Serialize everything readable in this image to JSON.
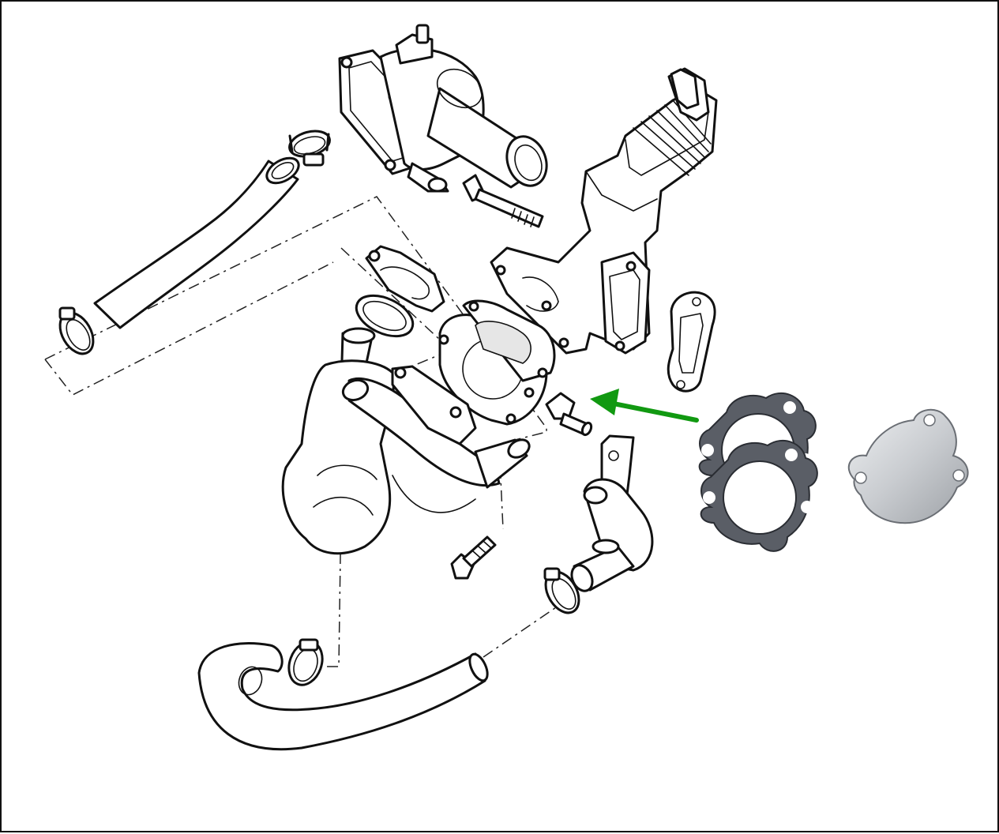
{
  "diagram": {
    "arrow_color": "#119911",
    "gasket_color": "#5a5e66",
    "plate_color": "#c9ccd0",
    "parts": [
      {
        "name": "thermostat-housing"
      },
      {
        "name": "egr-valve"
      },
      {
        "name": "upper-radiator-hose"
      },
      {
        "name": "lower-coolant-hose"
      },
      {
        "name": "egr-cooler-pipe"
      },
      {
        "name": "coolant-elbow"
      },
      {
        "name": "egr-gasket"
      },
      {
        "name": "egr-blanking-plate"
      }
    ]
  }
}
